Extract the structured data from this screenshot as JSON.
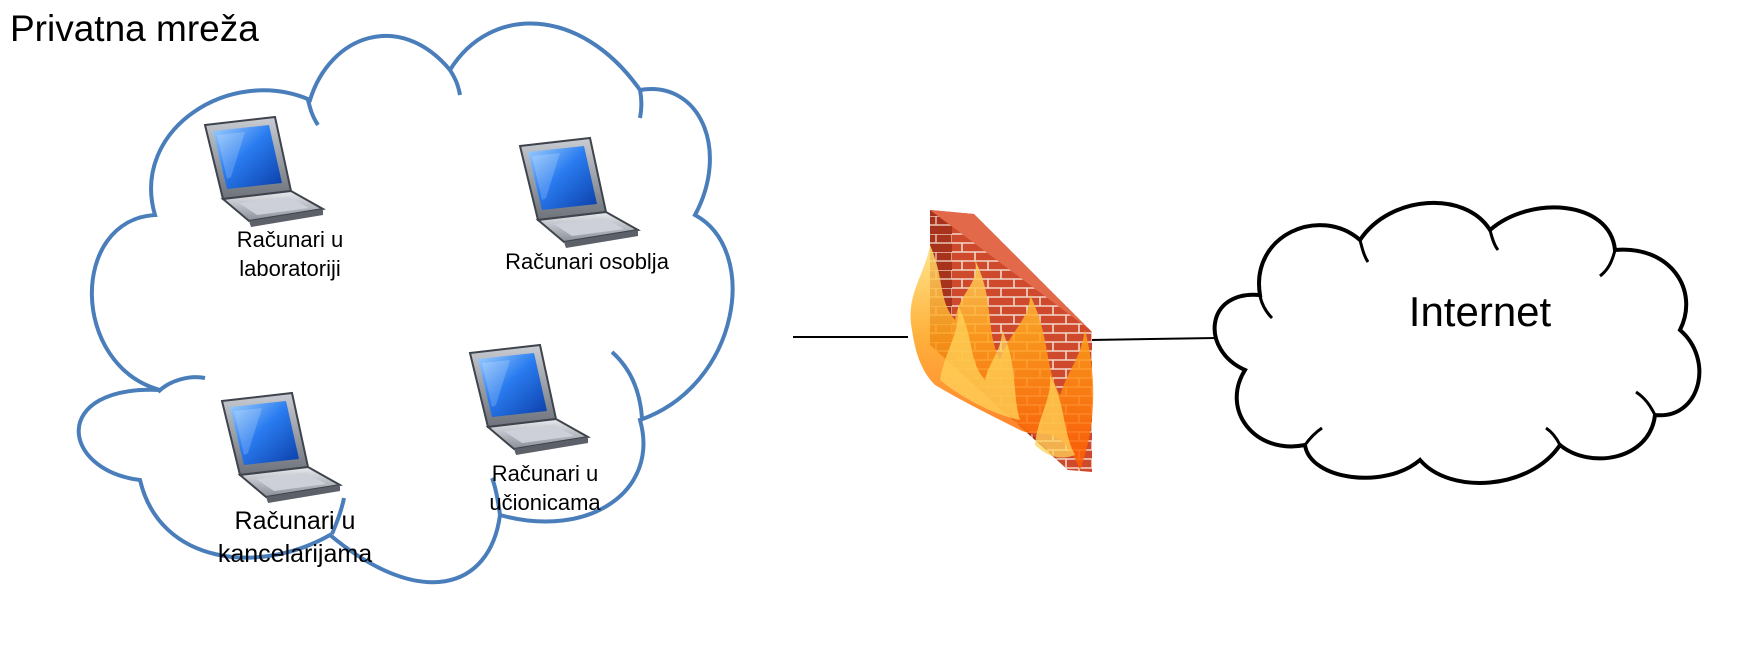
{
  "diagram": {
    "title": "Privatna mreža",
    "nodes": {
      "lab": {
        "line1": "Računari u",
        "line2": "laboratoriji"
      },
      "staff": {
        "line1": "Računari osoblja"
      },
      "classrooms": {
        "line1": "Računari u",
        "line2": "učionicama"
      },
      "offices": {
        "line1": "Računari u",
        "line2": "kancelarijama"
      }
    },
    "internet": "Internet"
  },
  "colors": {
    "private_cloud_stroke": "#4a7ebb",
    "internet_cloud_stroke": "#000000",
    "laptop_screen": "#1e6fe0",
    "firewall_brick": "#c8402a",
    "firewall_flame": "#ff8a1c"
  },
  "icons": {
    "laptop": "laptop-icon",
    "firewall": "firewall-icon",
    "cloud": "cloud-icon"
  }
}
